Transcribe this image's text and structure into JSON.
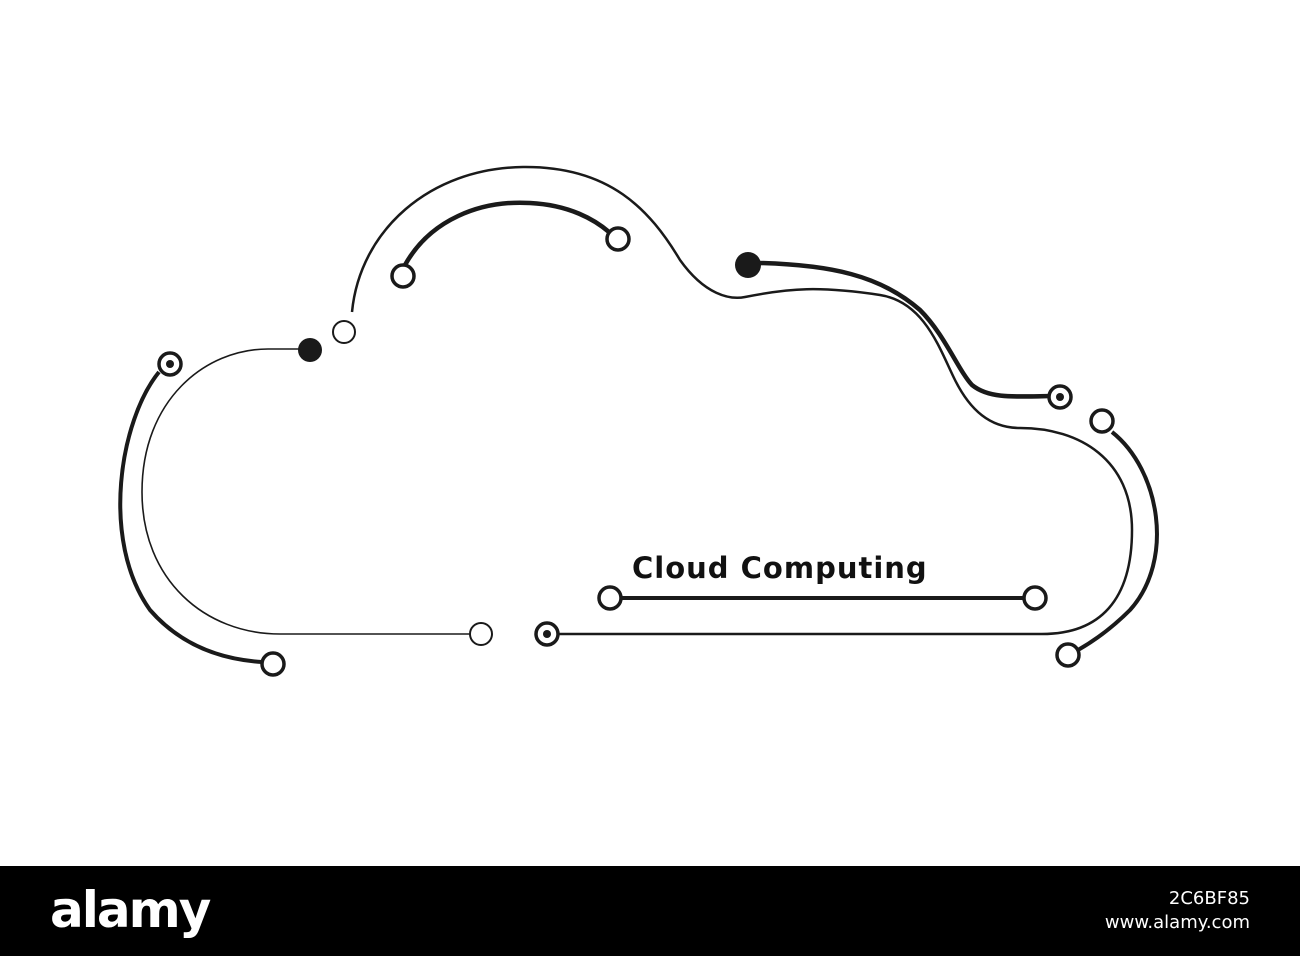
{
  "caption": {
    "text": "Cloud Computing"
  },
  "watermark": {
    "brand": "alamy",
    "image_id": "2C6BF85",
    "site": "www.alamy.com"
  },
  "colors": {
    "background": "#ffffff",
    "line": "#1a1a1a",
    "text": "#111111",
    "footer_bg": "#000000",
    "footer_text": "#ffffff"
  },
  "icons": [
    "cloud-outline",
    "circuit-trace",
    "node-dot"
  ]
}
